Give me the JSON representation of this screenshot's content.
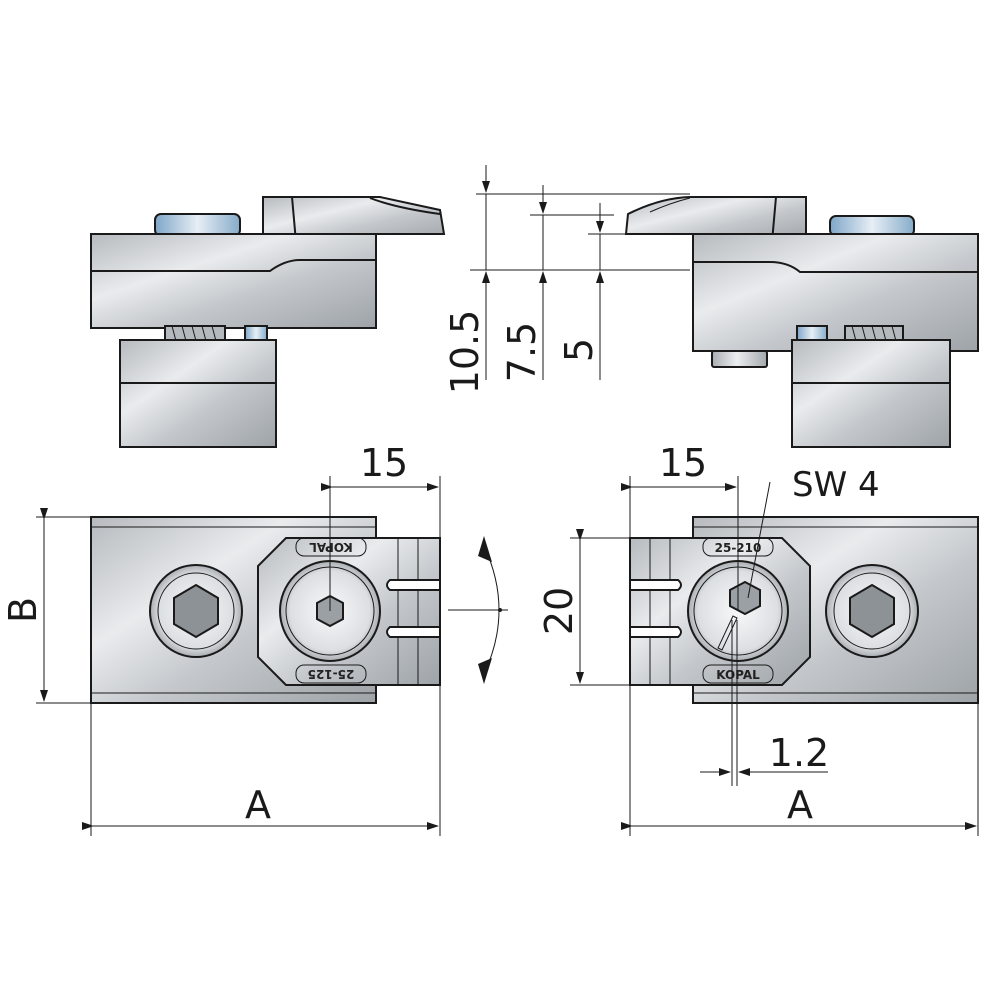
{
  "drawing": {
    "labels": {
      "dim_10_5": "10.5",
      "dim_7_5": "7.5",
      "dim_5": "5",
      "dim_15_left": "15",
      "dim_15_right": "15",
      "dim_B": "B",
      "dim_20": "20",
      "dim_A_left": "A",
      "dim_A_right": "A",
      "dim_1_2": "1.2",
      "sw_4": "SW 4"
    },
    "engravings": {
      "left_top": "KOPAL",
      "left_bottom": "25-125",
      "right_top": "25-210",
      "right_bottom": "KOPAL"
    },
    "colors": {
      "line": "#1a1a1a",
      "metal_light": "#e8eaec",
      "metal_mid": "#c2c6ca",
      "metal_dark": "#8d9296",
      "accent_blue": "#8fb4d4"
    }
  }
}
